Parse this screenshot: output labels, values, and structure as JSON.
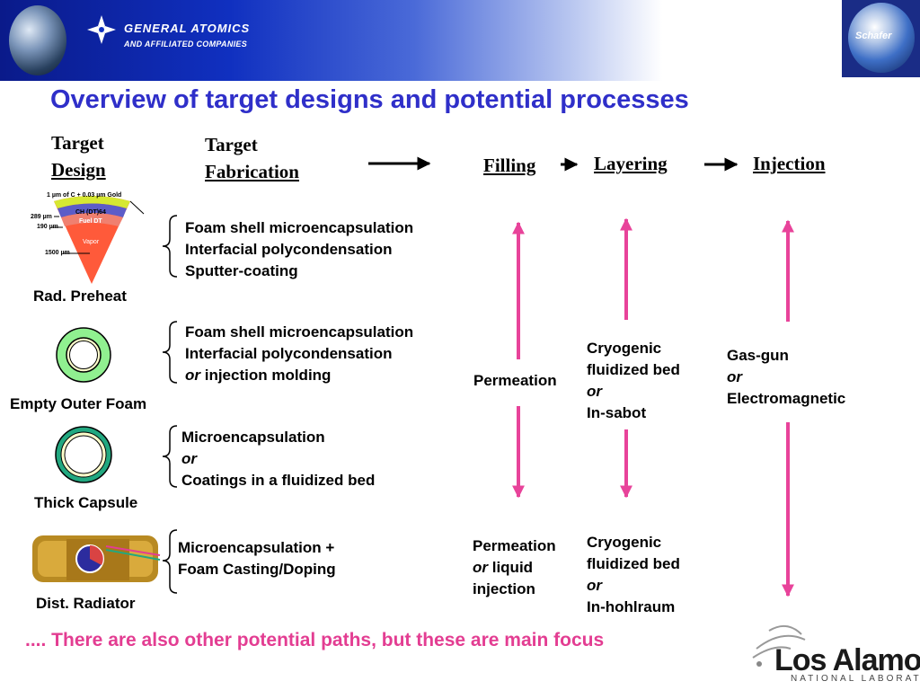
{
  "header": {
    "company_name": "GENERAL ATOMICS",
    "company_sub": "AND AFFILIATED COMPANIES",
    "right_logo_label": "Schafer"
  },
  "title": "Overview of target designs and potential processes",
  "columns": {
    "design": [
      "Target",
      "Design"
    ],
    "fabrication": [
      "Target",
      "Fabrication"
    ],
    "filling": "Filling",
    "layering": "Layering",
    "injection": "Injection"
  },
  "preheat_diagram": {
    "gold_label": "1 µm of C + 0.03 µm Gold",
    "layer1": "CH (DT)64",
    "layer2": "Fuel DT",
    "core": "Vapor",
    "dim1": "289 µm",
    "dim2": "190 µm",
    "dim3": "1500 µm"
  },
  "designs": [
    {
      "caption": "Rad. Preheat"
    },
    {
      "caption": "Empty Outer Foam"
    },
    {
      "caption": "Thick Capsule"
    },
    {
      "caption": "Dist. Radiator"
    }
  ],
  "fabrication": {
    "row1": [
      "Foam shell microencapsulation",
      "Interfacial polycondensation",
      "Sputter-coating"
    ],
    "row2": [
      "Foam shell microencapsulation",
      "Interfacial polycondensation"
    ],
    "row2_or": "or",
    "row2_tail": " injection molding",
    "row3_line1": "Microencapsulation",
    "row3_or": "or",
    "row3_line3": "Coatings in a fluidized bed",
    "row4": [
      "Microencapsulation +",
      "Foam Casting/Doping"
    ]
  },
  "filling": {
    "mid": "Permeation",
    "low_line1": "Permeation",
    "low_or": "or",
    "low_tail": " liquid",
    "low_line3": "injection"
  },
  "layering": {
    "mid": [
      "Cryogenic",
      "fluidized bed"
    ],
    "mid_or": "or",
    "mid_last": "In-sabot",
    "low": [
      "Cryogenic",
      "fluidized bed"
    ],
    "low_or": "or",
    "low_last": "In-hohlraum"
  },
  "injection": {
    "line1": "Gas-gun",
    "or": "or",
    "line3": "Electromagnetic"
  },
  "footer_note": ".... There are also other potential paths, but these are main focus",
  "lanl": {
    "name": "Los Alamos",
    "sub": "NATIONAL LABORATORY"
  },
  "colors": {
    "title": "#2f2fc9",
    "footer": "#e33d92",
    "arrows": "#e8439a",
    "foam_green": "#90f090",
    "shell_yellow": "#ffffcc",
    "teal_ring": "#22a880"
  }
}
